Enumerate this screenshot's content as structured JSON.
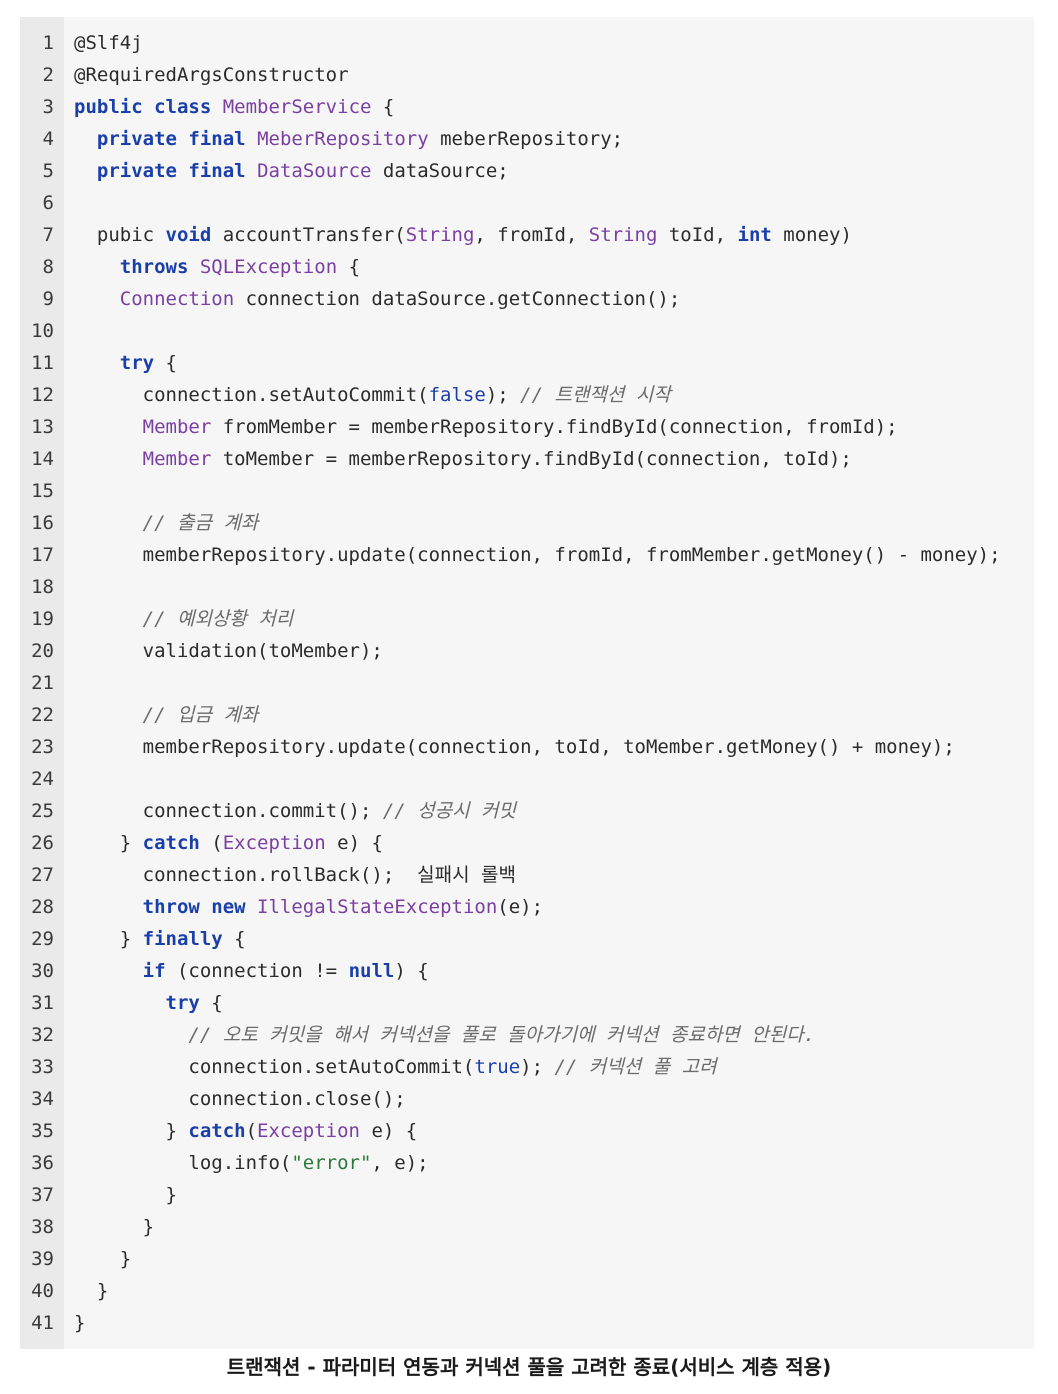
{
  "code": {
    "language": "java",
    "lines": [
      [
        {
          "t": "@Slf4j",
          "c": "plain"
        }
      ],
      [
        {
          "t": "@RequiredArgsConstructor",
          "c": "plain"
        }
      ],
      [
        {
          "t": "public class",
          "c": "kw"
        },
        {
          "t": " ",
          "c": "plain"
        },
        {
          "t": "MemberService",
          "c": "ty"
        },
        {
          "t": " {",
          "c": "plain"
        }
      ],
      [
        {
          "t": "  ",
          "c": "plain"
        },
        {
          "t": "private final",
          "c": "kw"
        },
        {
          "t": " ",
          "c": "plain"
        },
        {
          "t": "MeberRepository",
          "c": "ty"
        },
        {
          "t": " meberRepository;",
          "c": "plain"
        }
      ],
      [
        {
          "t": "  ",
          "c": "plain"
        },
        {
          "t": "private final",
          "c": "kw"
        },
        {
          "t": " ",
          "c": "plain"
        },
        {
          "t": "DataSource",
          "c": "ty"
        },
        {
          "t": " dataSource;",
          "c": "plain"
        }
      ],
      [],
      [
        {
          "t": "  pubic ",
          "c": "plain"
        },
        {
          "t": "void",
          "c": "kw"
        },
        {
          "t": " accountTransfer(",
          "c": "plain"
        },
        {
          "t": "String",
          "c": "ty"
        },
        {
          "t": ", fromId, ",
          "c": "plain"
        },
        {
          "t": "String",
          "c": "ty"
        },
        {
          "t": " toId, ",
          "c": "plain"
        },
        {
          "t": "int",
          "c": "kw"
        },
        {
          "t": " money)",
          "c": "plain"
        }
      ],
      [
        {
          "t": "    ",
          "c": "plain"
        },
        {
          "t": "throws",
          "c": "kw"
        },
        {
          "t": " ",
          "c": "plain"
        },
        {
          "t": "SQLException",
          "c": "ty"
        },
        {
          "t": " {",
          "c": "plain"
        }
      ],
      [
        {
          "t": "    ",
          "c": "plain"
        },
        {
          "t": "Connection",
          "c": "ty"
        },
        {
          "t": " connection dataSource.getConnection();",
          "c": "plain"
        }
      ],
      [],
      [
        {
          "t": "    ",
          "c": "plain"
        },
        {
          "t": "try",
          "c": "kw"
        },
        {
          "t": " {",
          "c": "plain"
        }
      ],
      [
        {
          "t": "      connection.setAutoCommit(",
          "c": "plain"
        },
        {
          "t": "false",
          "c": "lit"
        },
        {
          "t": "); ",
          "c": "plain"
        },
        {
          "t": "// 트랜잭션 시작",
          "c": "cm"
        }
      ],
      [
        {
          "t": "      ",
          "c": "plain"
        },
        {
          "t": "Member",
          "c": "ty"
        },
        {
          "t": " fromMember = memberRepository.findById(connection, fromId);",
          "c": "plain"
        }
      ],
      [
        {
          "t": "      ",
          "c": "plain"
        },
        {
          "t": "Member",
          "c": "ty"
        },
        {
          "t": " toMember = memberRepository.findById(connection, toId);",
          "c": "plain"
        }
      ],
      [],
      [
        {
          "t": "      ",
          "c": "plain"
        },
        {
          "t": "// 출금 계좌",
          "c": "cm"
        }
      ],
      [
        {
          "t": "      memberRepository.update(connection, fromId, fromMember.getMoney() - money);",
          "c": "plain"
        }
      ],
      [],
      [
        {
          "t": "      ",
          "c": "plain"
        },
        {
          "t": "// 예외상황 처리",
          "c": "cm"
        }
      ],
      [
        {
          "t": "      validation(toMember);",
          "c": "plain"
        }
      ],
      [],
      [
        {
          "t": "      ",
          "c": "plain"
        },
        {
          "t": "// 입금 계좌",
          "c": "cm"
        }
      ],
      [
        {
          "t": "      memberRepository.update(connection, toId, toMember.getMoney() + money);",
          "c": "plain"
        }
      ],
      [],
      [
        {
          "t": "      connection.commit(); ",
          "c": "plain"
        },
        {
          "t": "// 성공시 커밋",
          "c": "cm"
        }
      ],
      [
        {
          "t": "    } ",
          "c": "plain"
        },
        {
          "t": "catch",
          "c": "kw"
        },
        {
          "t": " (",
          "c": "plain"
        },
        {
          "t": "Exception",
          "c": "ty"
        },
        {
          "t": " e) {",
          "c": "plain"
        }
      ],
      [
        {
          "t": "      connection.rollBack();  실패시 롤백",
          "c": "plain"
        }
      ],
      [
        {
          "t": "      ",
          "c": "plain"
        },
        {
          "t": "throw new",
          "c": "kw"
        },
        {
          "t": " ",
          "c": "plain"
        },
        {
          "t": "IllegalStateException",
          "c": "ty"
        },
        {
          "t": "(e);",
          "c": "plain"
        }
      ],
      [
        {
          "t": "    } ",
          "c": "plain"
        },
        {
          "t": "finally",
          "c": "kw"
        },
        {
          "t": " {",
          "c": "plain"
        }
      ],
      [
        {
          "t": "      ",
          "c": "plain"
        },
        {
          "t": "if",
          "c": "kw"
        },
        {
          "t": " (connection != ",
          "c": "plain"
        },
        {
          "t": "null",
          "c": "kw"
        },
        {
          "t": ") {",
          "c": "plain"
        }
      ],
      [
        {
          "t": "        ",
          "c": "plain"
        },
        {
          "t": "try",
          "c": "kw"
        },
        {
          "t": " {",
          "c": "plain"
        }
      ],
      [
        {
          "t": "          ",
          "c": "plain"
        },
        {
          "t": "// 오토 커밋을 해서 커넥션을 풀로 돌아가기에 커넥션 종료하면 안된다.",
          "c": "cm"
        }
      ],
      [
        {
          "t": "          connection.setAutoCommit(",
          "c": "plain"
        },
        {
          "t": "true",
          "c": "lit"
        },
        {
          "t": "); ",
          "c": "plain"
        },
        {
          "t": "// 커넥션 풀 고려",
          "c": "cm"
        }
      ],
      [
        {
          "t": "          connection.close();",
          "c": "plain"
        }
      ],
      [
        {
          "t": "        } ",
          "c": "plain"
        },
        {
          "t": "catch",
          "c": "kw"
        },
        {
          "t": "(",
          "c": "plain"
        },
        {
          "t": "Exception",
          "c": "ty"
        },
        {
          "t": " e) {",
          "c": "plain"
        }
      ],
      [
        {
          "t": "          log.info(",
          "c": "plain"
        },
        {
          "t": "\"error\"",
          "c": "str"
        },
        {
          "t": ", e);",
          "c": "plain"
        }
      ],
      [
        {
          "t": "        }",
          "c": "plain"
        }
      ],
      [
        {
          "t": "      }",
          "c": "plain"
        }
      ],
      [
        {
          "t": "    }",
          "c": "plain"
        }
      ],
      [
        {
          "t": "  }",
          "c": "plain"
        }
      ],
      [
        {
          "t": "}",
          "c": "plain"
        }
      ]
    ]
  },
  "caption": "트랜잭션 - 파라미터 연동과 커넥션 풀을 고려한 종료(서비스 계층 적용)"
}
